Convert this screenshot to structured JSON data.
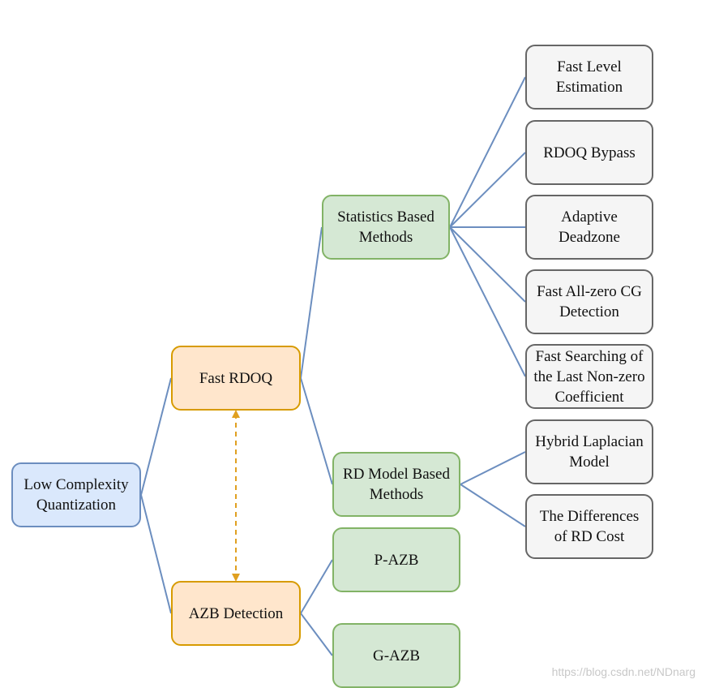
{
  "root": {
    "line1": "Low Complexity",
    "line2": "Quantization"
  },
  "level1": {
    "fast_rdoq": "Fast RDOQ",
    "azb_detection": "AZB Detection"
  },
  "level2": {
    "statistics": {
      "line1": "Statistics Based",
      "line2": "Methods"
    },
    "rd_model": {
      "line1": "RD Model Based",
      "line2": "Methods"
    },
    "p_azb": "P-AZB",
    "g_azb": "G-AZB"
  },
  "leaves": {
    "fast_level": {
      "line1": "Fast Level",
      "line2": "Estimation"
    },
    "rdoq_bypass": "RDOQ Bypass",
    "adaptive_deadzone": {
      "line1": "Adaptive",
      "line2": "Deadzone"
    },
    "fast_all_zero": {
      "line1": "Fast All-zero CG",
      "line2": "Detection"
    },
    "fast_searching": {
      "line1": "Fast Searching of",
      "line2": "the Last Non-zero",
      "line3": "Coefficient"
    },
    "hybrid_laplacian": {
      "line1": "Hybrid Laplacian",
      "line2": "Model"
    },
    "rd_cost": {
      "line1": "The Differences",
      "line2": "of RD Cost"
    }
  },
  "colors": {
    "connector": "#6c8ebf",
    "dashed_arrow": "#e0a020"
  },
  "watermark": "https://blog.csdn.net/NDnarg"
}
